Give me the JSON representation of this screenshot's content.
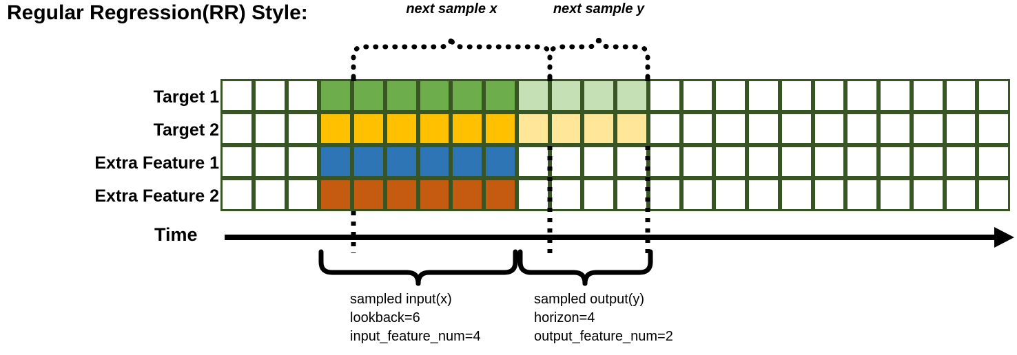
{
  "title": "Regular Regression(RR) Style:",
  "rows": [
    {
      "label": "Target 1",
      "fill_solid": "#6DAD4C",
      "fill_light": "#C5E0B4",
      "has_output": true
    },
    {
      "label": "Target 2",
      "fill_solid": "#FFC000",
      "fill_light": "#FFE699",
      "has_output": true
    },
    {
      "label": "Extra Feature 1",
      "fill_solid": "#2E75B6",
      "fill_light": "",
      "has_output": false
    },
    {
      "label": "Extra Feature 2",
      "fill_solid": "#C55A11",
      "fill_light": "",
      "has_output": false
    }
  ],
  "grid": {
    "total_columns": 24,
    "leading_blank_columns": 3,
    "input_columns": 6,
    "output_columns": 4,
    "grid_line_color": "#375623"
  },
  "axis": {
    "time_label": "Time"
  },
  "top_braces": [
    {
      "label": "next sample x"
    },
    {
      "label": "next sample y"
    }
  ],
  "bottom_braces": [
    {
      "title": "sampled input(x)",
      "line2": "lookback=6",
      "line3": "input_feature_num=4"
    },
    {
      "title": "sampled output(y)",
      "line2": "horizon=4",
      "line3": "output_feature_num=2"
    }
  ]
}
